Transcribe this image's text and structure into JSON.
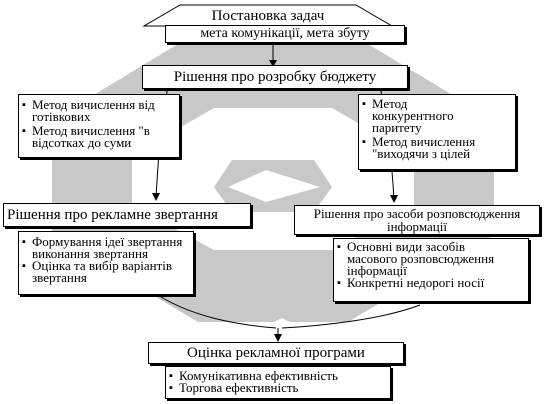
{
  "top": {
    "title": "Постановка задач",
    "subtitle": "мета комунікації, мета збуту"
  },
  "budget": {
    "title": "Рішення про розробку бюджету",
    "left_methods": [
      "Метод вичислення від готівкових",
      "Метод вичислення \"в відсотках до суми"
    ],
    "right_methods": [
      "Метод конкурентного паритету",
      "Метод вичислення \"виходячи з цілей"
    ]
  },
  "appeal": {
    "title": "Рішення про рекламне звертання",
    "items": [
      "Формування ідеї звертання виконання звертання",
      "Оцінка та вибір варіантів звертання"
    ]
  },
  "media": {
    "title": "Рішення про засоби розповсюдження інформації",
    "items": [
      "Основні види засобів масового розповсюдження інформації",
      "Конкретні недорогі носії"
    ]
  },
  "evaluation": {
    "title": "Оцінка рекламної програми",
    "items": [
      "Комунікативна ефективність",
      "Торгова ефективність"
    ]
  },
  "colors": {
    "ring": "#c8c8c8",
    "line": "#000000",
    "box": "#ffffff"
  }
}
